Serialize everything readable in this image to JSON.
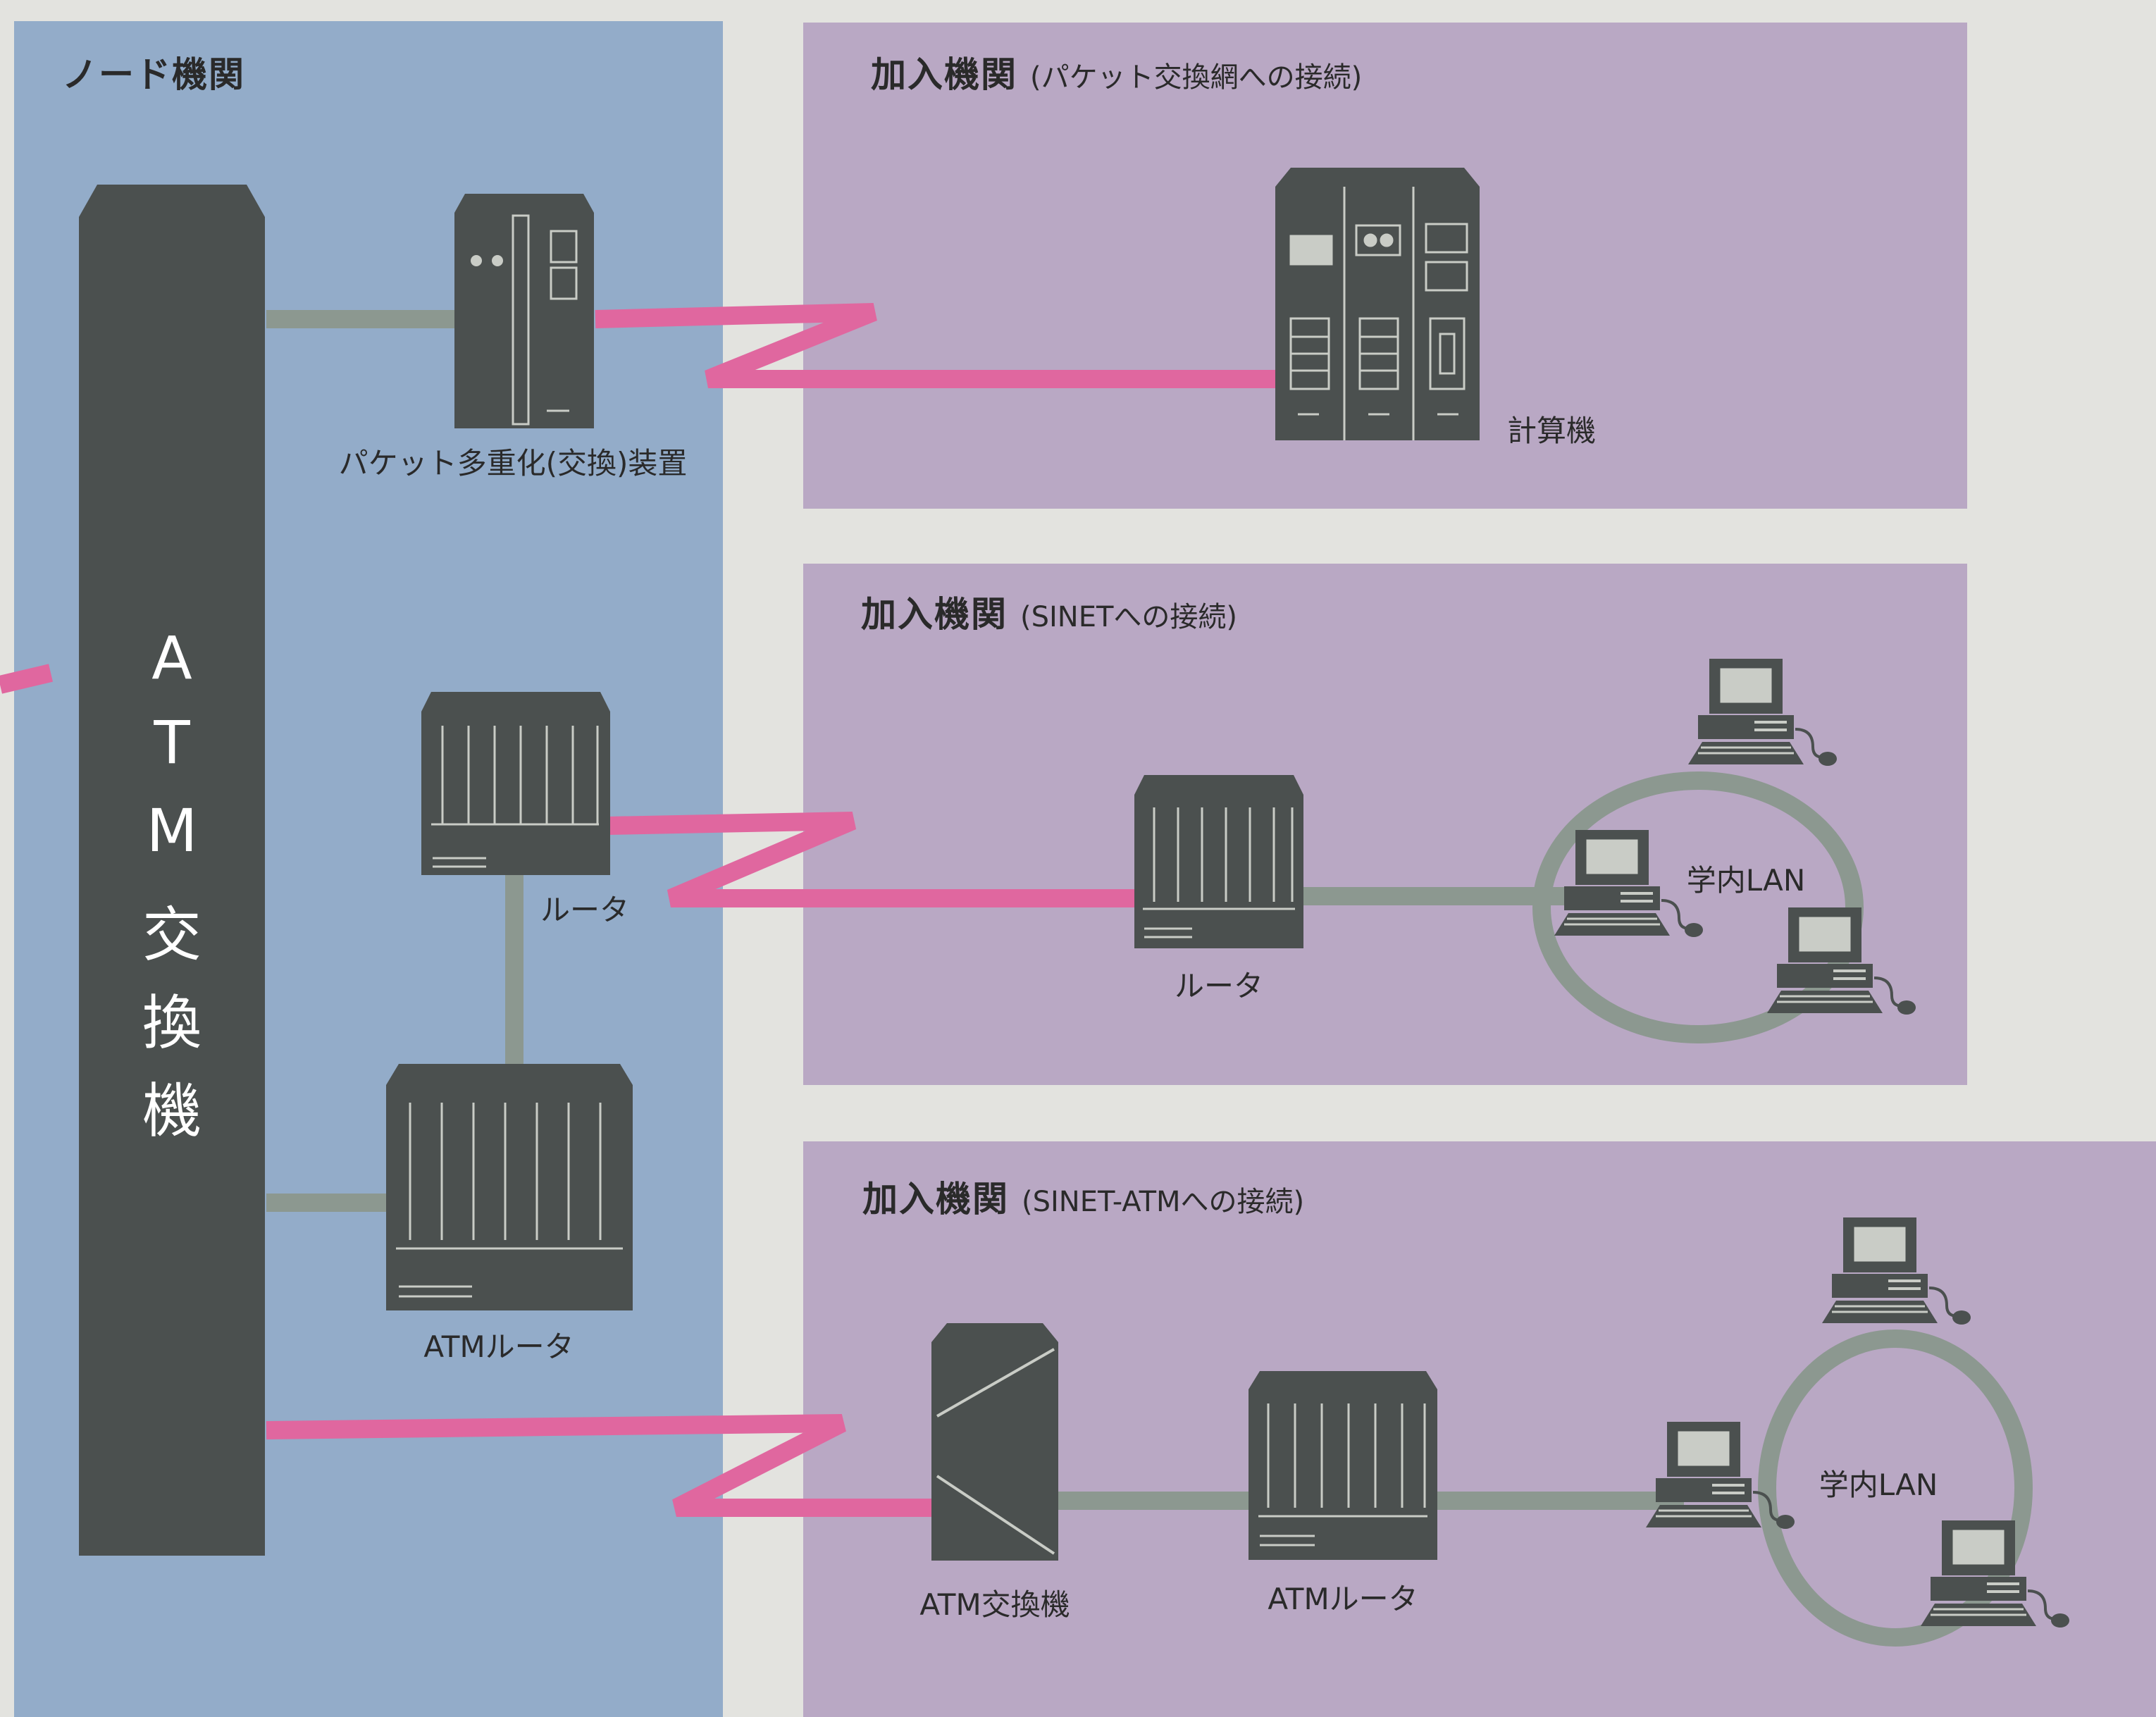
{
  "node_panel": {
    "title": "ノード機関",
    "atm_switch_chars": [
      "A",
      "T",
      "M",
      "交",
      "換",
      "機"
    ],
    "packet_mux_label": "パケット多重化(交換)装置",
    "router_label": "ルータ",
    "atm_router_label": "ATMルータ"
  },
  "panel_packet": {
    "title": "加入機関",
    "subtitle": "(パケット交換網への接続)",
    "computer_label": "計算機"
  },
  "panel_sinet": {
    "title": "加入機関",
    "subtitle": "(SINETへの接続)",
    "router_label": "ルータ",
    "lan_label": "学内LAN"
  },
  "panel_sinet_atm": {
    "title": "加入機関",
    "subtitle": "(SINET-ATMへの接続)",
    "atm_switch_label": "ATM交換機",
    "atm_router_label": "ATMルータ",
    "lan_label": "学内LAN"
  },
  "colors": {
    "node_bg": "#93acc9",
    "subscriber_bg": "#b9a8c4",
    "page_bg": "#e3e3df",
    "device": "#4b504f",
    "wired_link": "#8c9890",
    "wan_link": "#e0679f"
  }
}
